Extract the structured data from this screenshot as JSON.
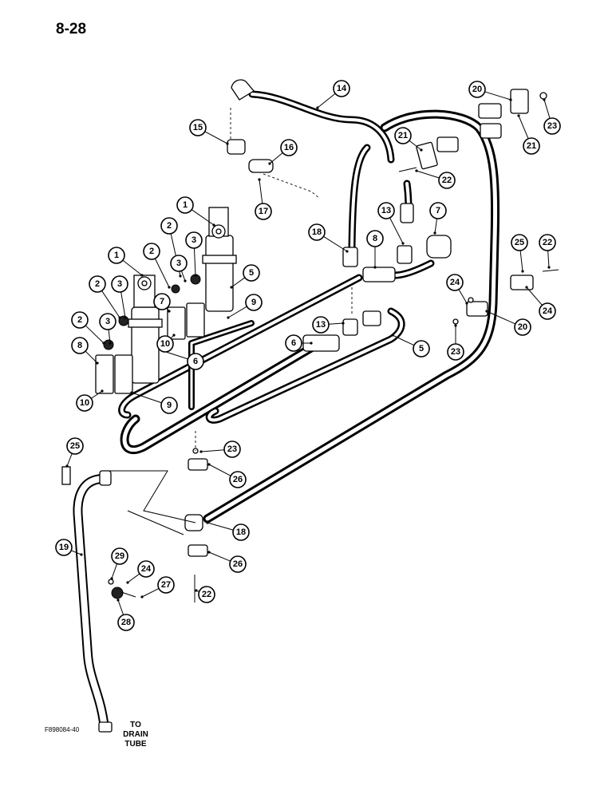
{
  "header": {
    "page_number": "8-28"
  },
  "footer": {
    "drawing_code": "F898084-40"
  },
  "annotation": {
    "drain_label": [
      "TO",
      "DRAIN",
      "TUBE"
    ]
  },
  "callouts": [
    {
      "label": "1"
    },
    {
      "label": "1"
    },
    {
      "label": "2"
    },
    {
      "label": "2"
    },
    {
      "label": "2"
    },
    {
      "label": "2"
    },
    {
      "label": "3"
    },
    {
      "label": "3"
    },
    {
      "label": "3"
    },
    {
      "label": "3"
    },
    {
      "label": "5"
    },
    {
      "label": "5"
    },
    {
      "label": "6"
    },
    {
      "label": "6"
    },
    {
      "label": "7"
    },
    {
      "label": "7"
    },
    {
      "label": "8"
    },
    {
      "label": "8"
    },
    {
      "label": "9"
    },
    {
      "label": "9"
    },
    {
      "label": "10"
    },
    {
      "label": "10"
    },
    {
      "label": "13"
    },
    {
      "label": "13"
    },
    {
      "label": "14"
    },
    {
      "label": "15"
    },
    {
      "label": "16"
    },
    {
      "label": "17"
    },
    {
      "label": "18"
    },
    {
      "label": "18"
    },
    {
      "label": "19"
    },
    {
      "label": "20"
    },
    {
      "label": "20"
    },
    {
      "label": "21"
    },
    {
      "label": "21"
    },
    {
      "label": "22"
    },
    {
      "label": "22"
    },
    {
      "label": "22"
    },
    {
      "label": "23"
    },
    {
      "label": "23"
    },
    {
      "label": "23"
    },
    {
      "label": "24"
    },
    {
      "label": "24"
    },
    {
      "label": "24"
    },
    {
      "label": "25"
    },
    {
      "label": "25"
    },
    {
      "label": "26"
    },
    {
      "label": "26"
    },
    {
      "label": "27"
    },
    {
      "label": "28"
    },
    {
      "label": "29"
    }
  ]
}
